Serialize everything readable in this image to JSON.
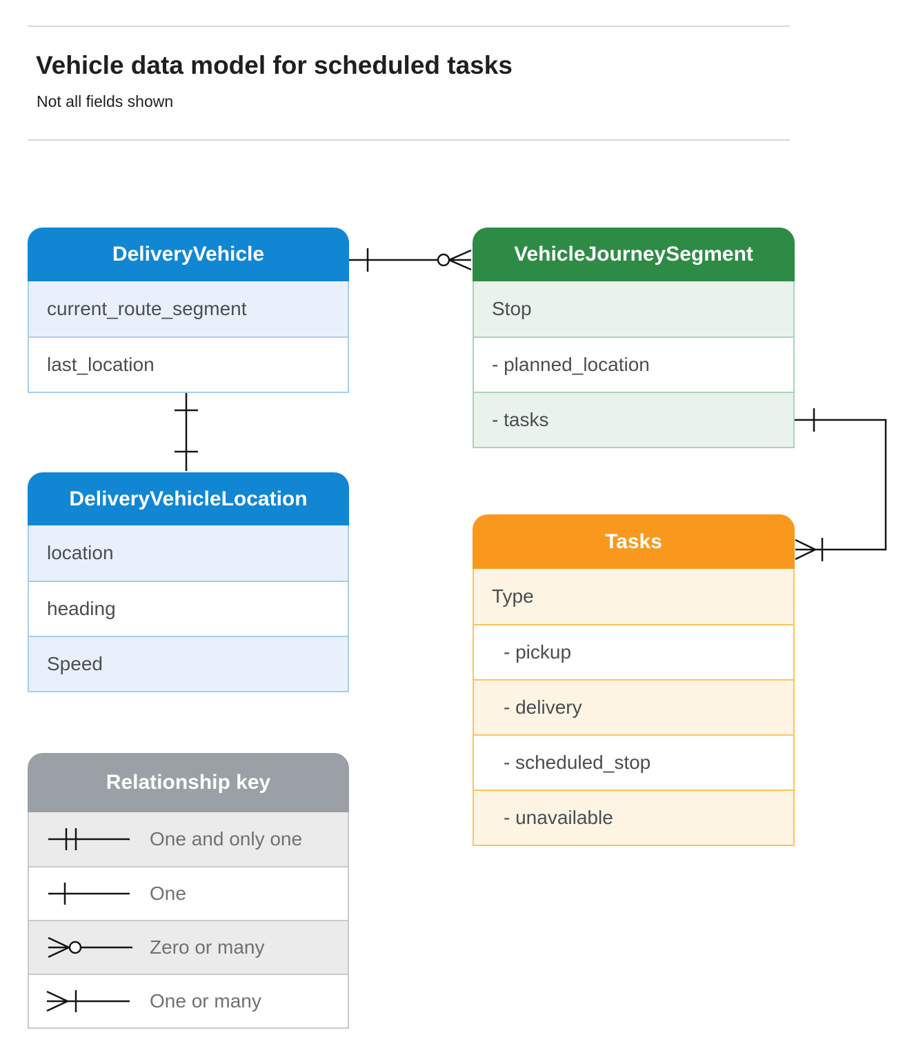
{
  "header": {
    "title": "Vehicle data model for scheduled tasks",
    "subtitle": "Not all fields shown"
  },
  "entities": [
    {
      "title": "DeliveryVehicle",
      "fields": [
        "current_route_segment",
        "last_location"
      ]
    },
    {
      "title": "VehicleJourneySegment",
      "fields": [
        "Stop",
        "- planned_location",
        "- tasks"
      ]
    },
    {
      "title": "DeliveryVehicleLocation",
      "fields": [
        "location",
        "heading",
        "Speed"
      ]
    },
    {
      "title": "Tasks",
      "fields": [
        "Type",
        "- pickup",
        "- delivery",
        "- scheduled_stop",
        "- unavailable"
      ]
    }
  ],
  "legend": {
    "title": "Relationship key",
    "items": [
      {
        "symbol": "one-and-only-one-symbol",
        "label": "One and only one"
      },
      {
        "symbol": "one-symbol",
        "label": "One"
      },
      {
        "symbol": "zero-or-many-symbol",
        "label": "Zero or many"
      },
      {
        "symbol": "one-or-many-symbol",
        "label": "One or many"
      }
    ]
  },
  "relationships": [
    {
      "from": "DeliveryVehicle",
      "to": "VehicleJourneySegment",
      "from_cardinality": "one",
      "to_cardinality": "zero-or-many"
    },
    {
      "from": "DeliveryVehicle",
      "to": "DeliveryVehicleLocation",
      "from_cardinality": "one",
      "to_cardinality": "one"
    },
    {
      "from": "VehicleJourneySegment.tasks",
      "to": "Tasks",
      "from_cardinality": "one",
      "to_cardinality": "one-or-many"
    }
  ],
  "colors": {
    "blue": "#1187d3",
    "blue_light": "#e8f1fb",
    "blue_border": "#a6cdef",
    "green": "#2e8b46",
    "green_light": "#e9f3ec",
    "green_border": "#abd4b6",
    "orange": "#f8991d",
    "orange_light": "#fef4e4",
    "orange_border": "#fdc45c",
    "gray": "#9aa0a6",
    "gray_light": "#ebebeb",
    "gray_border": "#c9c9c9",
    "connector": "#141414"
  }
}
